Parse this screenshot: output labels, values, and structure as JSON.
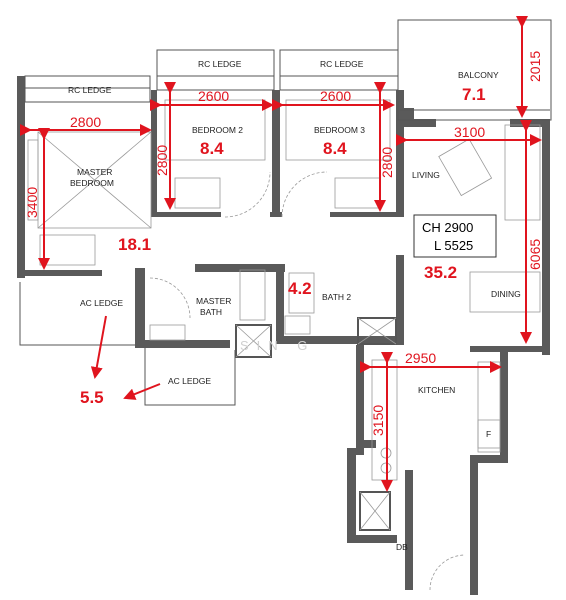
{
  "rooms": {
    "rc_ledge_master": "RC LEDGE",
    "rc_ledge_bed2": "RC LEDGE",
    "rc_ledge_bed3": "RC LEDGE",
    "balcony": "BALCONY",
    "master_bedroom_line1": "MASTER",
    "master_bedroom_line2": "BEDROOM",
    "bedroom2": "BEDROOM 2",
    "bedroom3": "BEDROOM 3",
    "living": "LIVING",
    "dining": "DINING",
    "kitchen": "KITCHEN",
    "ac_ledge_left": "AC LEDGE",
    "ac_ledge_bottom": "AC LEDGE",
    "master_bath_line1": "MASTER",
    "master_bath_line2": "BATH",
    "bath2": "BATH 2",
    "db": "DB",
    "fridge": "F"
  },
  "dimensions": {
    "master_width": "2800",
    "master_depth": "3400",
    "bed2_width": "2600",
    "bed2_depth": "2800",
    "bed3_width": "2600",
    "bed3_depth": "2800",
    "balcony_depth": "2015",
    "living_width": "3100",
    "living_depth": "6065",
    "kitchen_width": "2950",
    "kitchen_depth": "3150"
  },
  "areas": {
    "balcony": "7.1",
    "bedroom2": "8.4",
    "bedroom3": "8.4",
    "master": "18.1",
    "bath2": "4.2",
    "living_dining": "35.2",
    "ac_ledge": "5.5"
  },
  "ceiling_box": {
    "line1": "CH 2900",
    "line2": "L 5525"
  },
  "watermark": "SIN  G",
  "colors": {
    "wall": "#555555",
    "wall_fill": "#ffffff",
    "annotation": "#e0141e"
  }
}
